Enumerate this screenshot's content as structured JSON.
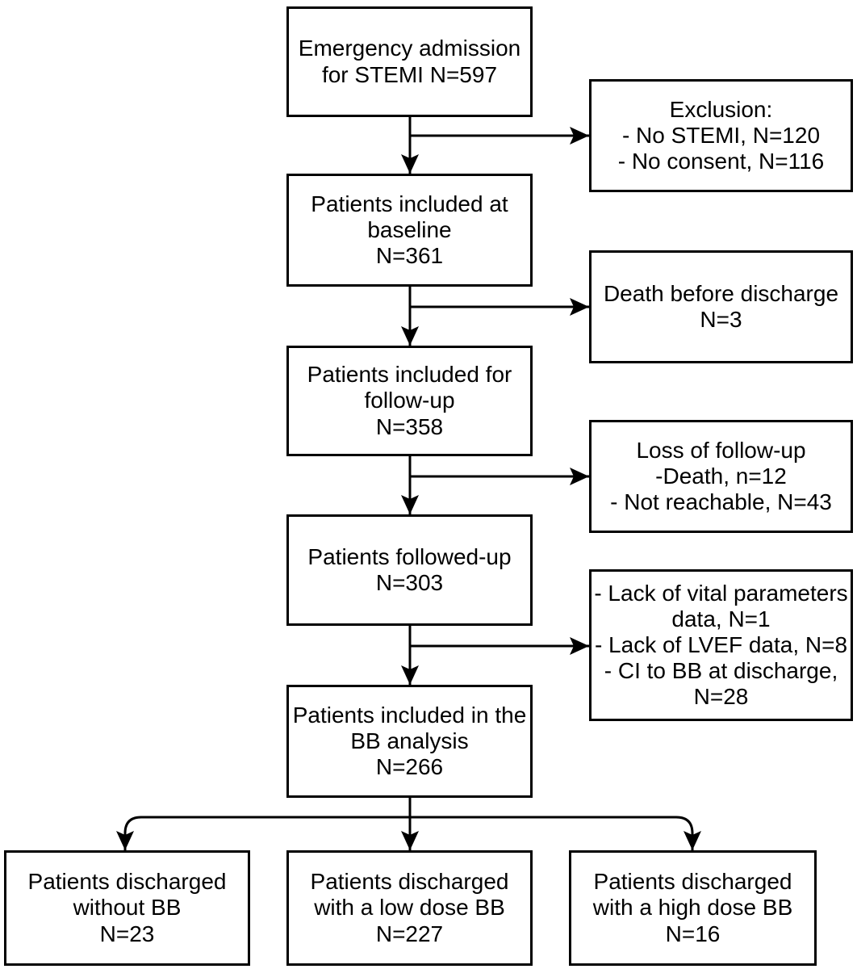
{
  "flowchart": {
    "boxes": {
      "emergency_admission": "Emergency admission\nfor STEMI N=597",
      "included_baseline": "Patients included at\nbaseline\nN=361",
      "included_followup": "Patients included for\nfollow-up\nN=358",
      "followed_up": "Patients followed-up\nN=303",
      "bb_analysis": "Patients included in the\nBB analysis\nN=266",
      "exclusion": "Exclusion:\n- No STEMI, N=120\n- No consent, N=116",
      "death_before_discharge": "Death before discharge\nN=3",
      "loss_of_followup": "Loss of follow-up\n-Death, n=12\n- Not reachable, N=43",
      "lack_of_data": "- Lack of vital parameters\ndata, N=1\n- Lack of LVEF data, N=8\n- CI to BB at discharge,\nN=28",
      "discharged_without_bb": "Patients discharged\nwithout BB\nN=23",
      "discharged_low_dose_bb": "Patients discharged\nwith a low dose BB\nN=227",
      "discharged_high_dose_bb": "Patients discharged\nwith a high dose BB\nN=16"
    },
    "colors": {
      "line": "#000000",
      "box_fill": "#ffffff",
      "background": "#ffffff"
    }
  }
}
